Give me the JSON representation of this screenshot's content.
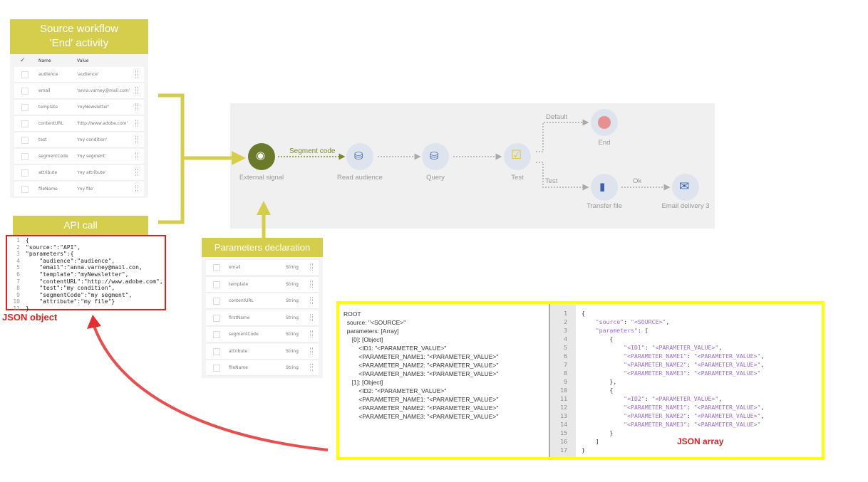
{
  "source_panel": {
    "title_line1": "Source workflow",
    "title_line2": "'End' activity",
    "col_name": "Name",
    "col_value": "Value",
    "rows": [
      {
        "name": "audience",
        "value": "'audience'"
      },
      {
        "name": "email",
        "value": "'anna.varney@mail.com'"
      },
      {
        "name": "template",
        "value": "'myNewsletter'"
      },
      {
        "name": "contentURL",
        "value": "'http://www.adobe.com'"
      },
      {
        "name": "test",
        "value": "'my condition'"
      },
      {
        "name": "segmentCode",
        "value": "'my segment'"
      },
      {
        "name": "attribute",
        "value": "'my attribute'"
      },
      {
        "name": "fileName",
        "value": "'my file'"
      }
    ]
  },
  "api_call": {
    "title": "API call",
    "line_numbers": [
      "1",
      "2",
      "3",
      "4",
      "5",
      "6",
      "7",
      "8",
      "9",
      "10",
      "11"
    ],
    "lines": [
      "{",
      "\"source:\":\"API\",",
      "\"parameters\":{",
      "    \"audience\":\"audience\",",
      "    \"email\":\"anna.varney@mail.con,",
      "    \"template\":\"myNewsletter\",",
      "    \"contentURL\":\"http://www.adobe.com\",",
      "    \"test\":\"my condition\",",
      "    \"segmentCode\":\"my segment\",",
      "    \"attribute\":\"my file\"}",
      "}"
    ],
    "label": "JSON object"
  },
  "workflow": {
    "nodes": {
      "external_signal": "External signal",
      "read_audience": "Read audience",
      "query": "Query",
      "test": "Test",
      "end": "End",
      "transfer_file": "Transfer file",
      "email_delivery": "Email delivery 3"
    },
    "edges": {
      "segment_code": "Segment code",
      "default": "Default",
      "test": "Test",
      "ok": "Ok"
    }
  },
  "params_panel": {
    "title": "Parameters declaration",
    "rows": [
      {
        "name": "email",
        "type": "String"
      },
      {
        "name": "template",
        "type": "String"
      },
      {
        "name": "contentURL",
        "type": "String"
      },
      {
        "name": "firstName",
        "type": "String"
      },
      {
        "name": "segmentCode",
        "type": "String"
      },
      {
        "name": "attribute",
        "type": "String"
      },
      {
        "name": "fileName",
        "type": "String"
      }
    ]
  },
  "json_array": {
    "tree": [
      "ROOT",
      "  source: \"<SOURCE>\"",
      "  parameters: [Array]",
      "     [0]: [Object]",
      "         <ID1: \"<PARAMETER_VALUE>\"",
      "         <PARAMETER_NAME1: \"<PARAMETER_VALUE>\"",
      "         <PARAMETER_NAME2: \"<PARAMETER_VALUE>\"",
      "         <PARAMETER_NAME3: \"<PARAMETER_VALUE>\"",
      "     [1]: [Object]",
      "         <ID2: \"<PARAMETER_VALUE>\"",
      "         <PARAMETER_NAME1: \"<PARAMETER_VALUE>\"",
      "         <PARAMETER_NAME2: \"<PARAMETER_VALUE>\"",
      "         <PARAMETER_NAME3: \"<PARAMETER_VALUE>\""
    ],
    "line_numbers": [
      "1",
      "2",
      "3",
      "4",
      "5",
      "6",
      "7",
      "8",
      "9",
      "10",
      "11",
      "12",
      "13",
      "14",
      "15",
      "16",
      "17"
    ],
    "lines": [
      "{",
      "    \"source\": \"<SOURCE>\",",
      "    \"parameters\": [",
      "        {",
      "            \"<ID1\": \"<PARAMETER_VALUE>\",",
      "            \"<PARAMETER_NAME1\": \"<PARAMETER_VALUE>\",",
      "            \"<PARAMETER_NAME2\": \"<PARAMETER_VALUE>\",",
      "            \"<PARAMETER_NAME3\": \"<PARAMETER_VALUE>\"",
      "        },",
      "        {",
      "            \"<ID2\": \"<PARAMETER_VALUE>\",",
      "            \"<PARAMETER_NAME1\": \"<PARAMETER_VALUE>\",",
      "            \"<PARAMETER_NAME2\": \"<PARAMETER_VALUE>\",",
      "            \"<PARAMETER_NAME3\": \"<PARAMETER_VALUE>\"",
      "        }",
      "    ]",
      "}"
    ],
    "label": "JSON array"
  },
  "colors": {
    "accent_yellow": "#d5cd4c",
    "red": "#e02020",
    "highlight": "#ffff00",
    "signal_green": "#6b7a2a"
  }
}
